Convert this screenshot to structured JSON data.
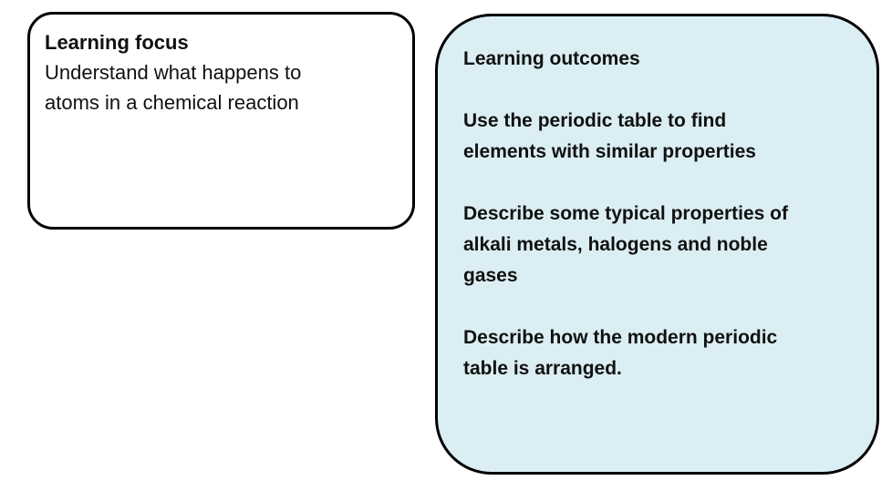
{
  "page": {
    "background": "#ffffff"
  },
  "focus_card": {
    "title": "Learning focus",
    "body": "Understand what happens to\natoms in a chemical reaction",
    "background": "#ffffff",
    "border_color": "#000000",
    "text_color": "#111111"
  },
  "outcomes_card": {
    "title": "Learning outcomes",
    "items": [
      "Use the periodic table to find\nelements with similar properties",
      "Describe some typical properties of\nalkali metals, halogens and noble\ngases",
      "Describe how the modern periodic\ntable is arranged."
    ],
    "background": "#daeef3",
    "border_color": "#000000",
    "text_color": "#111111"
  }
}
